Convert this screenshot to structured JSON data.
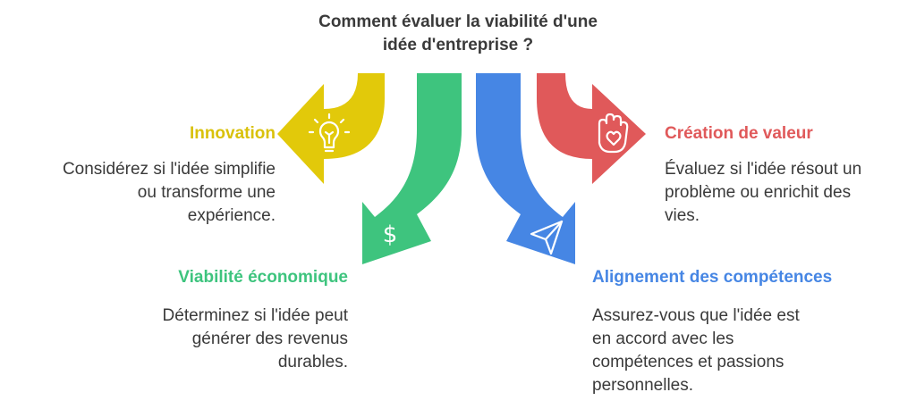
{
  "title": {
    "line1": "Comment évaluer la viabilité d'une",
    "line2": "idée d'entreprise ?"
  },
  "colors": {
    "innovation": "#e2c90a",
    "economique": "#3ec47e",
    "competences": "#4686e4",
    "valeur": "#e0595a",
    "text": "#3a3a3a"
  },
  "innovation": {
    "title": "Innovation",
    "desc": [
      "Considérez si l'idée simplifie",
      "ou transforme une",
      "expérience."
    ],
    "icon": "lightbulb-icon"
  },
  "economique": {
    "title": "Viabilité économique",
    "desc": [
      "Déterminez si l'idée peut",
      "générer des revenus",
      "durables."
    ],
    "icon": "dollar-icon"
  },
  "competences": {
    "title": "Alignement des compétences",
    "desc": [
      "Assurez-vous que l'idée est",
      "en accord avec les",
      "compétences et passions",
      "personnelles."
    ],
    "icon": "send-icon"
  },
  "valeur": {
    "title": "Création de valeur",
    "desc": [
      "Évaluez si l'idée résout un",
      "problème ou enrichit des",
      "vies."
    ],
    "icon": "hand-heart-icon"
  }
}
